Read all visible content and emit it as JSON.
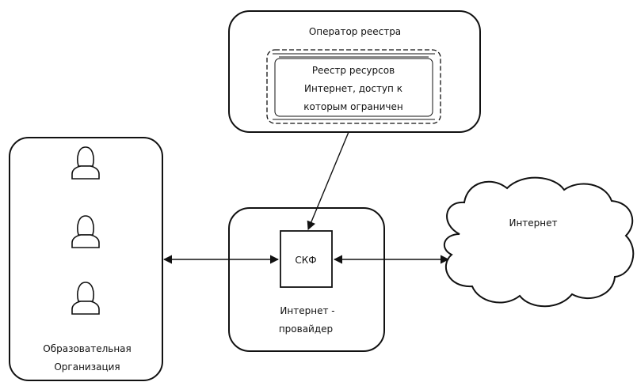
{
  "registry_operator": {
    "title": "Оператор реестра",
    "registry_lines": [
      "Реестр ресурсов",
      "Интернет, доступ к",
      "которым ограничен"
    ]
  },
  "organization": {
    "label_lines": [
      "Образовательная",
      "Организация"
    ],
    "user_count": 3
  },
  "provider": {
    "filter_label": "СКФ",
    "label_lines": [
      "Интернет -",
      "провайдер"
    ]
  },
  "internet": {
    "label": "Интернет"
  }
}
